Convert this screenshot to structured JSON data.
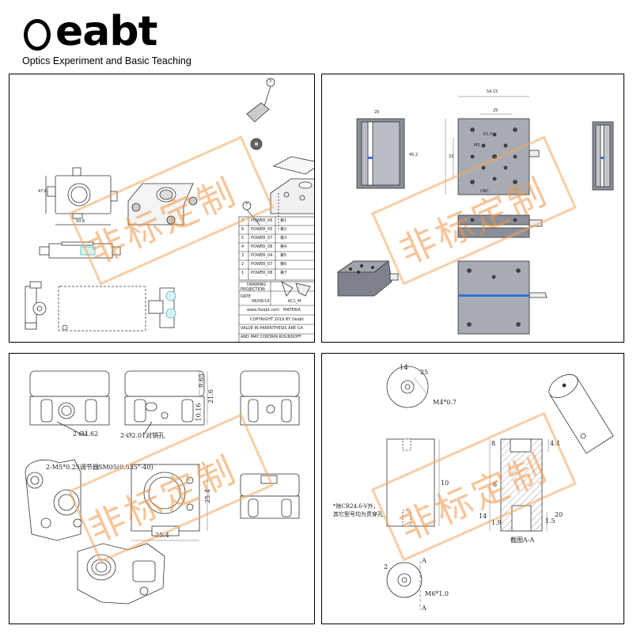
{
  "brand": {
    "logo_text": "eabt",
    "tagline": "Optics Experiment and Basic Teaching"
  },
  "watermark": {
    "text": "非标定制",
    "color": "#f4a65c"
  },
  "panels": {
    "top_left": {
      "callouts": [
        "3",
        "7"
      ],
      "dim_labels": [
        "47.6",
        "50.8"
      ],
      "table_rows": [
        {
          "no": "7",
          "part": "POWER_06",
          "qty": "第1"
        },
        {
          "no": "6",
          "part": "POWER_05",
          "qty": "第2"
        },
        {
          "no": "5",
          "part": "POWER_07",
          "qty": "第3"
        },
        {
          "no": "4",
          "part": "POWER_08",
          "qty": "第4"
        },
        {
          "no": "3",
          "part": "POWER_04",
          "qty": "第5"
        },
        {
          "no": "2",
          "part": "POWER_07",
          "qty": "第6"
        },
        {
          "no": "1",
          "part": "POWER_08",
          "qty": "第7"
        }
      ],
      "title_block": {
        "drawing_label": "DRAWING",
        "projection_label": "PROJECTION",
        "date_label": "DATE",
        "date": "06/08/19",
        "part_no": "KC1_M",
        "site": "www.Oeabt.com",
        "material": "MATERIA",
        "copyright": "COPYRIGHT 2019 BY Oeabt",
        "note1": "VALUE IN PARENTHESIS ARE CA",
        "note2": "AND MAY CONTAIN ROUNDOFF"
      }
    },
    "top_right": {
      "dim_labels": [
        "54.15",
        "25",
        "20",
        "45.2",
        "32",
        "M3",
        "R1.5",
        "UNC"
      ]
    },
    "bottom_left": {
      "dim_labels": [
        "9.65",
        "21.6",
        "10.16",
        "25.4",
        "25.4"
      ],
      "notes": [
        "2-Ø4.62",
        "2-Ø2.01对销孔",
        "2-M5*0.25调节器",
        "SM05(0.535\"-40)"
      ]
    },
    "bottom_right": {
      "dim_labels": [
        "14",
        "25",
        "M4*0.7",
        "8",
        "4.4",
        "10",
        "6",
        "14",
        "1.9",
        "1.5",
        "20",
        "2",
        "A",
        "A",
        "M6*1.0"
      ],
      "section_label": "截图A-A",
      "note_line1": "*除CR24.6-V外，",
      "note_line2": "其它型号均为贯穿孔"
    }
  }
}
